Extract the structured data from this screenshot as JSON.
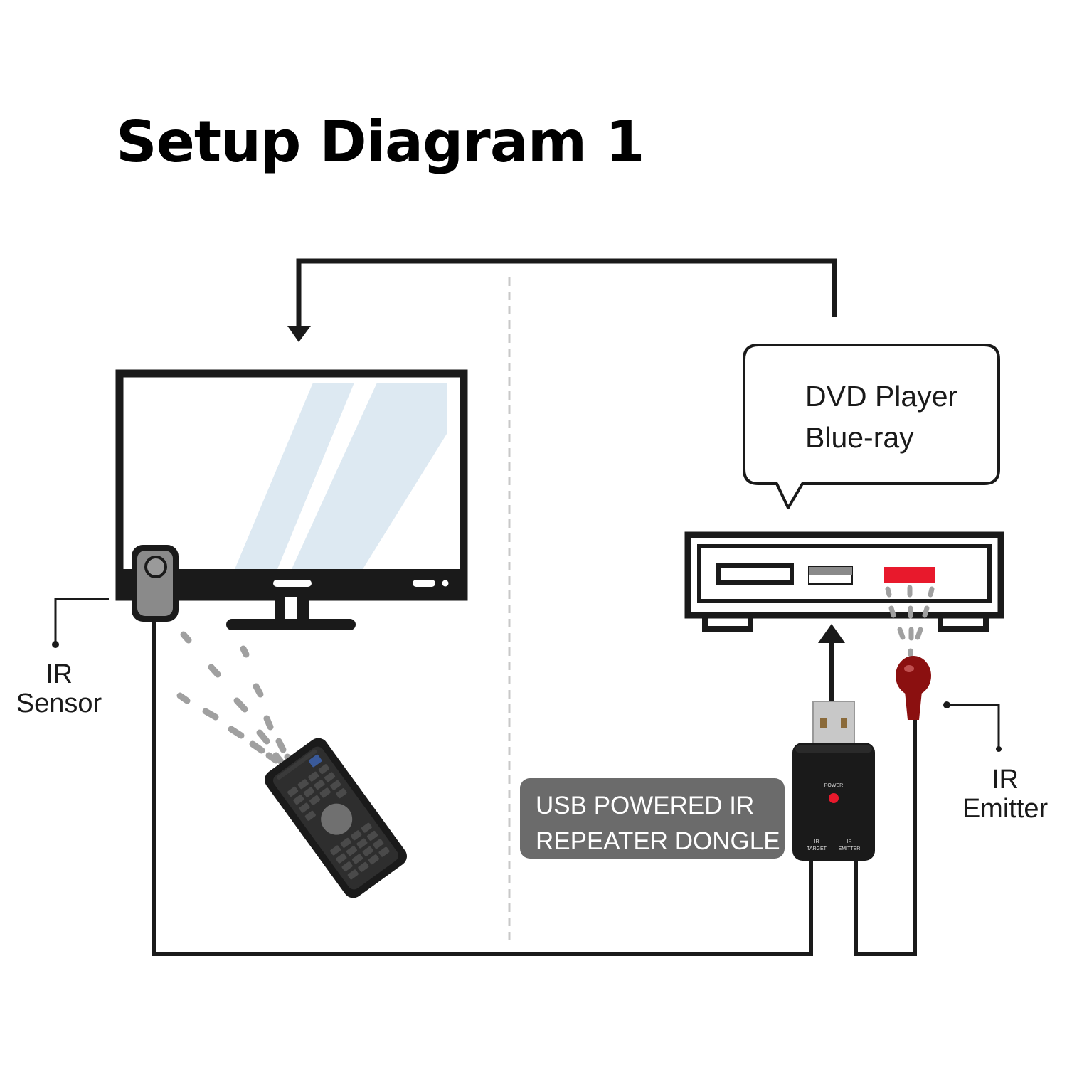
{
  "title": "Setup Diagram 1",
  "callout": {
    "line1": "DVD Player",
    "line2": "Blue-ray"
  },
  "labels": {
    "ir_sensor": {
      "line1": "IR",
      "line2": "Sensor"
    },
    "ir_emitter": {
      "line1": "IR",
      "line2": "Emitter"
    }
  },
  "dongle": {
    "badge_line1": "USB POWERED IR",
    "badge_line2": "REPEATER DONGLE",
    "power_label": "POWER",
    "target_label_top": "IR",
    "target_label_bottom": "TARGET",
    "emitter_label_top": "IR",
    "emitter_label_bottom": "EMITTER"
  },
  "colors": {
    "line": "#1a1a1a",
    "emitter_red": "#e8192c",
    "emitter_dark_red": "#8b1010",
    "screen_glare": "#dde9f2",
    "dashed_divider": "#c8c8c8",
    "ir_beam": "#a0a0a0",
    "badge": "#6b6b6b"
  }
}
